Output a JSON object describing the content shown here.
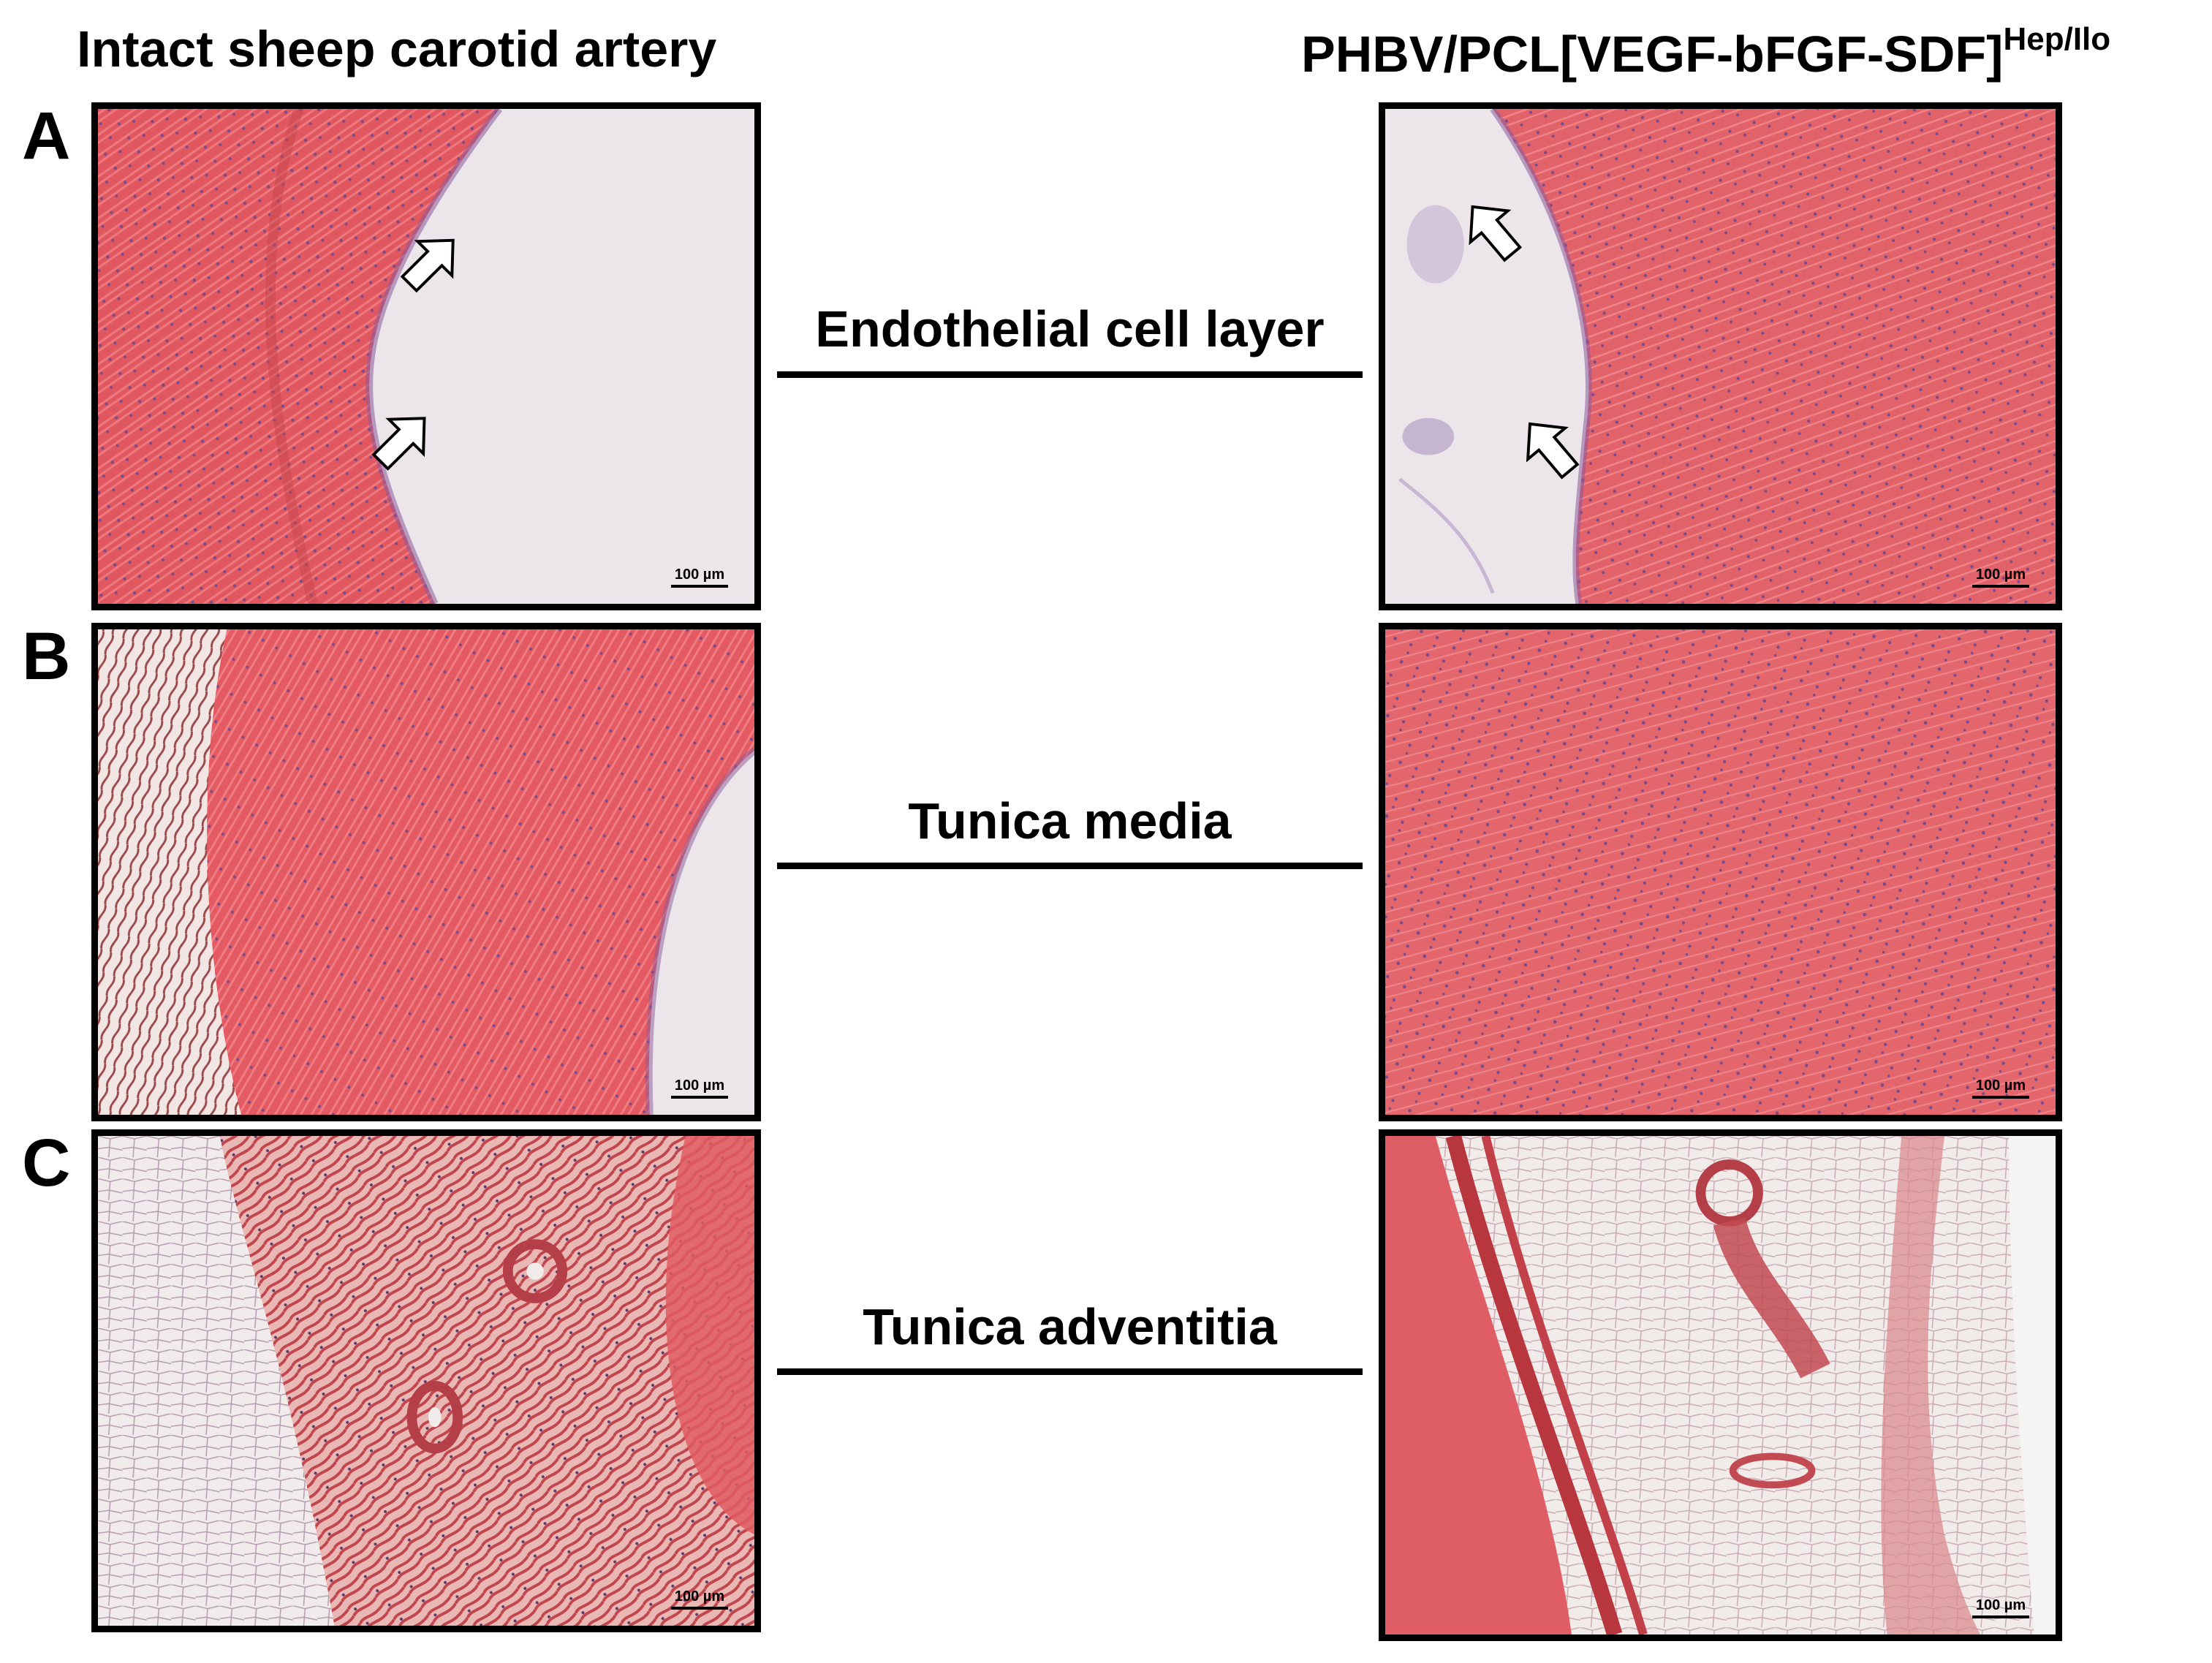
{
  "columns": {
    "left_title": "Intact sheep carotid artery",
    "right_title_main": "PHBV/PCL[VEGF-bFGF-SDF]",
    "right_title_sup": "Hep/Ilo"
  },
  "rows": [
    {
      "letter": "A",
      "center_label": "Endothelial cell layer"
    },
    {
      "letter": "B",
      "center_label": "Tunica media"
    },
    {
      "letter": "C",
      "center_label": "Tunica adventitia"
    }
  ],
  "scale_bar_label": "100 µm",
  "colors": {
    "tissue_pink": "#e4636a",
    "tissue_dark": "#c8454e",
    "lumen": "#ece6ea",
    "nuclei": "#7a4a8c",
    "border": "#000000"
  }
}
